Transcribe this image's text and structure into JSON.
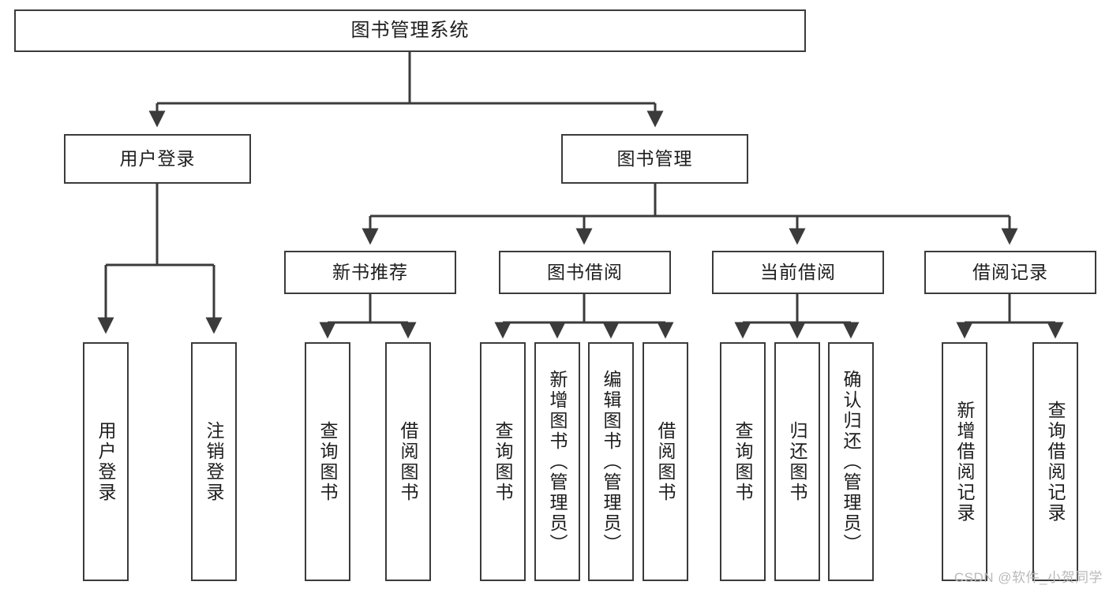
{
  "diagram": {
    "title": "图书管理系统",
    "watermark": "CSDN @软件_小贺同学",
    "colors": {
      "stroke": "#3b3b3b",
      "background": "#ffffff",
      "text": "#1d1d1d",
      "watermark": "#b9b9b9"
    },
    "nodes": {
      "root": {
        "label": "图书管理系统"
      },
      "level1": [
        {
          "id": "user-login",
          "label": "用户登录"
        },
        {
          "id": "book-management",
          "label": "图书管理"
        }
      ],
      "level2": [
        {
          "id": "new-book-recommend",
          "label": "新书推荐"
        },
        {
          "id": "book-borrow",
          "label": "图书借阅"
        },
        {
          "id": "current-borrow",
          "label": "当前借阅"
        },
        {
          "id": "borrow-record",
          "label": "借阅记录"
        }
      ],
      "leaves": [
        {
          "id": "leaf-user-login",
          "label": "用户登录",
          "parent": "user-login"
        },
        {
          "id": "leaf-logout",
          "label": "注销登录",
          "parent": "user-login"
        },
        {
          "id": "leaf-query-book-1",
          "label": "查询图书",
          "parent": "new-book-recommend"
        },
        {
          "id": "leaf-borrow-book-1",
          "label": "借阅图书",
          "parent": "new-book-recommend"
        },
        {
          "id": "leaf-query-book-2",
          "label": "查询图书",
          "parent": "book-borrow"
        },
        {
          "id": "leaf-add-book",
          "label": "新增图书（管理员）",
          "parent": "book-borrow"
        },
        {
          "id": "leaf-edit-book",
          "label": "编辑图书（管理员）",
          "parent": "book-borrow"
        },
        {
          "id": "leaf-borrow-book-2",
          "label": "借阅图书",
          "parent": "book-borrow"
        },
        {
          "id": "leaf-query-book-3",
          "label": "查询图书",
          "parent": "current-borrow"
        },
        {
          "id": "leaf-return-book",
          "label": "归还图书",
          "parent": "current-borrow"
        },
        {
          "id": "leaf-confirm-return",
          "label": "确认归还（管理员）",
          "parent": "current-borrow"
        },
        {
          "id": "leaf-add-record",
          "label": "新增借阅记录",
          "parent": "borrow-record"
        },
        {
          "id": "leaf-query-record",
          "label": "查询借阅记录",
          "parent": "borrow-record"
        }
      ]
    }
  }
}
